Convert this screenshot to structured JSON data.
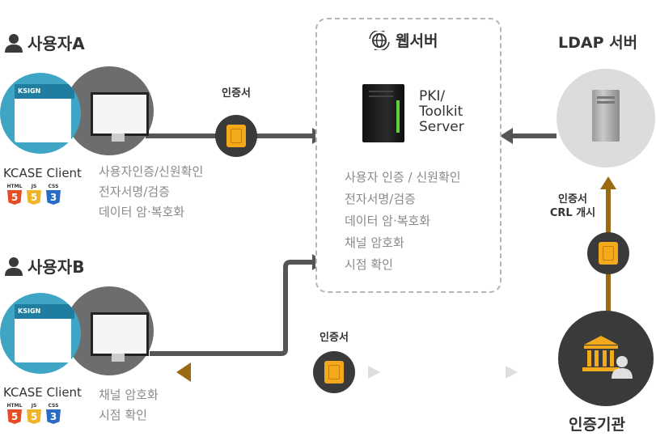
{
  "userA": {
    "title": "사용자A",
    "client_label": "KCASE Client",
    "features": [
      "사용자인증/신원확인",
      "전자서명/검증",
      "데이터 암·복호화"
    ]
  },
  "userB": {
    "title": "사용자B",
    "client_label": "KCASE Client",
    "features": [
      "채널 암호화",
      "시점 확인"
    ]
  },
  "badges": [
    {
      "label": "HTML",
      "num": "5",
      "color": "#e44d26"
    },
    {
      "label": "JS",
      "num": "5",
      "color": "#f0b429"
    },
    {
      "label": "CSS",
      "num": "3",
      "color": "#2a6bc4"
    }
  ],
  "cert_top": "인증서",
  "cert_bottom": "인증서",
  "webserver": {
    "title": "웹서버",
    "server_name": "PKI/\nToolkit\nServer",
    "features": [
      "사용자 인증 / 신원확인",
      "전자서명/검증",
      "데이터 암·복호화",
      "채널 암호화",
      "시점 확인"
    ]
  },
  "ldap": {
    "title": "LDAP 서버"
  },
  "ca_link": {
    "line1": "인증서",
    "line2": "CRL 개시"
  },
  "ca": {
    "title": "인증기관"
  },
  "screen_brand": "KSIGN",
  "colors": {
    "arrow_dark": "#555555",
    "arrow_gold": "#9c6a12",
    "chip": "#f2a91b"
  }
}
